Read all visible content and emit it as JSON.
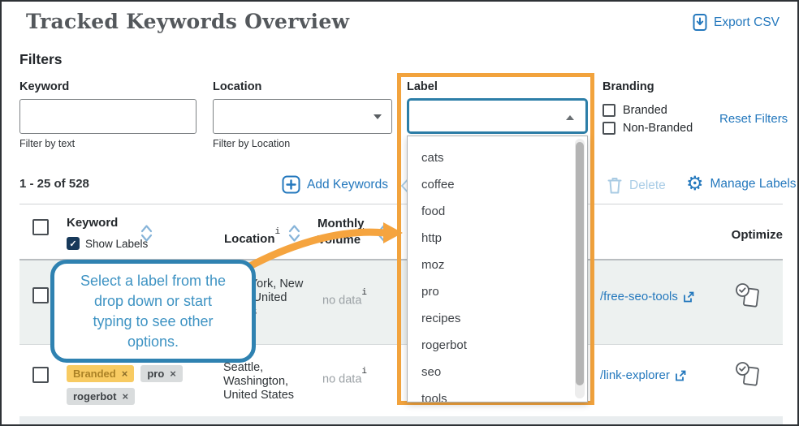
{
  "page": {
    "title": "Tracked Keywords Overview",
    "export_csv": "Export CSV"
  },
  "filters": {
    "heading": "Filters",
    "keyword": {
      "label": "Keyword",
      "value": "",
      "helper": "Filter by text"
    },
    "location": {
      "label": "Location",
      "value": "",
      "helper": "Filter by Location"
    },
    "label": {
      "label": "Label",
      "value": "",
      "options": [
        "cats",
        "coffee",
        "food",
        "http",
        "moz",
        "pro",
        "recipes",
        "rogerbot",
        "seo",
        "tools"
      ]
    },
    "branding": {
      "label": "Branding",
      "checkboxes": [
        {
          "label": "Branded",
          "checked": false
        },
        {
          "label": "Non-Branded",
          "checked": false
        }
      ]
    },
    "reset_filters": "Reset Filters"
  },
  "toolbar": {
    "range_text": "1 - 25 of 528",
    "add_keywords": "Add Keywords",
    "delete": "Delete",
    "manage_labels": "Manage Labels"
  },
  "table": {
    "headers": {
      "keyword": "Keyword",
      "show_labels": "Show Labels",
      "location": "Location",
      "monthly_volume": "Monthly Volume",
      "optimize": "Optimize"
    },
    "rows": [
      {
        "labels": [],
        "location": "New York, New York, United States",
        "monthly_volume": "no data",
        "page": "/free-seo-tools"
      },
      {
        "labels": [
          {
            "text": "Branded",
            "variant": "branded"
          },
          {
            "text": "pro",
            "variant": "default"
          },
          {
            "text": "rogerbot",
            "variant": "default"
          }
        ],
        "location": "Seattle, Washington, United States",
        "monthly_volume": "no data",
        "page": "/link-explorer"
      }
    ]
  },
  "callout": {
    "text": "Select a label from the\ndrop down or start\ntyping to see other\noptions."
  },
  "icons": {
    "gear": "⚙",
    "check": "✓",
    "close": "×",
    "info": "i"
  },
  "colors": {
    "accent_blue": "#2478bd",
    "callout_blue": "#3e93c3",
    "highlight_orange": "#f2a33d",
    "tag_yellow": "#f8cb62",
    "row_alt": "#edf1f0"
  }
}
